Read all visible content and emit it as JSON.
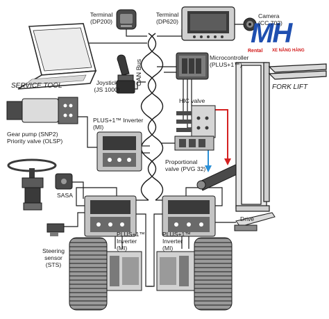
{
  "labels": {
    "terminal_dp200": "Terminal\n(DP200)",
    "terminal_dp620": "Terminal\n(DP620)",
    "camera": "Camera\n(CC 702)",
    "service_tool": "SERVICE TOOL",
    "can_bus": "CAN Bus",
    "joystick": "Joystick\n(JS 1000)",
    "microcontroller": "Microcontroller\n(PLUS+1™)",
    "fork_lift": "FORK LIFT",
    "hic_valve": "HIC valve",
    "gear_pump": "Gear pump (SNP2)\nPriority valve (OLSP)",
    "inverter_top": "PLUS+1™ Inverter\n(MI)",
    "proportional_valve": "Proportional\nvalve (PVG 32)",
    "sasa": "SASA",
    "drive": "Drive",
    "inverter_left": "PLUS+1™\nInverter\n(MI)",
    "inverter_right": "PLUS+1™\nInverter\n(MI)",
    "steering_sensor": "Steering\nsensor\n(STS)"
  },
  "logo": {
    "letters": "MH",
    "sub_left": "Rental",
    "sub_right": "XE NÂNG HÀNG",
    "color_primary": "#1f4fb0",
    "color_accent": "#d21a1a"
  },
  "colors": {
    "line": "#1a1a1a",
    "device_dark": "#3a3a3a",
    "device_mid": "#7d7d7d",
    "device_light": "#c8c8c8",
    "hydraulic_red": "#d42020",
    "hydraulic_blue": "#2a8fd6"
  }
}
